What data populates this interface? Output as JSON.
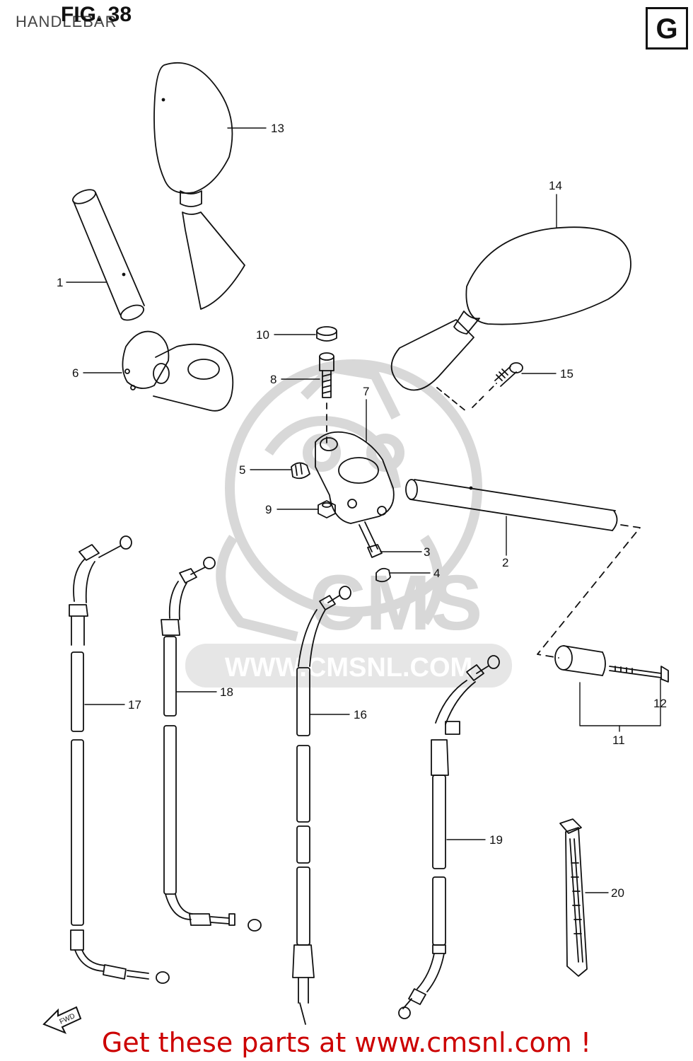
{
  "header": {
    "figure_title": "FIG. 38",
    "subtitle": "HANDLEBAR",
    "section_letter": "G"
  },
  "watermark": {
    "text": "CMS",
    "url": "WWW.CMSNL.COM"
  },
  "direction_marker": "FWD",
  "callouts": [
    "1",
    "2",
    "3",
    "4",
    "5",
    "6",
    "7",
    "8",
    "9",
    "10",
    "11",
    "12",
    "13",
    "14",
    "15",
    "16",
    "17",
    "18",
    "19",
    "20"
  ],
  "footer": {
    "text": "Get these parts at www.cmsnl.com !",
    "color": "#cc0000"
  },
  "colors": {
    "line": "#111111",
    "watermark": "#d4d4d4"
  }
}
